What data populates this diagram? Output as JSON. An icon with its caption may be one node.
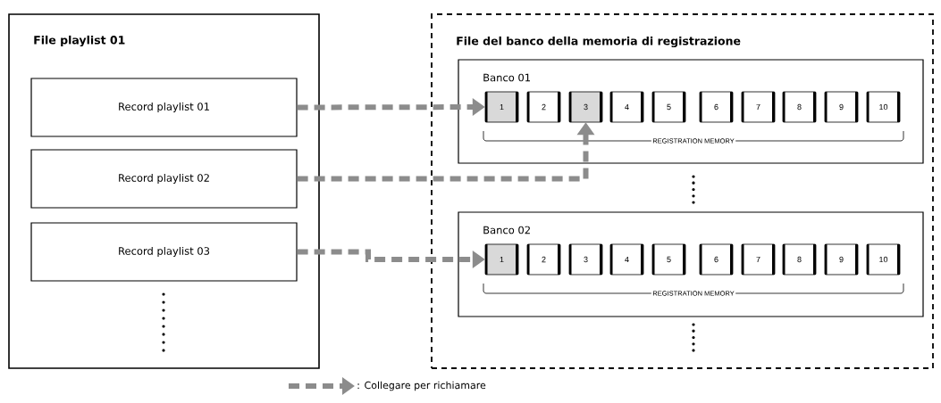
{
  "diagram": {
    "nodes": [
      {
        "text": [
          "File playlist 01"
        ]
      },
      {
        "text": [
          "Record playlist 01"
        ],
        "in": 0
      },
      {
        "text": [
          "Record playlist 02"
        ],
        "in": 0
      },
      {
        "text": [
          "Record playlist 03"
        ],
        "in": 0
      },
      {
        "text": [
          "File del banco della memoria di registrazione"
        ]
      },
      {
        "text": [
          "Banco 01"
        ],
        "in": 4
      },
      {
        "text": [
          "1"
        ],
        "in": 5
      },
      {
        "text": [
          "2"
        ],
        "in": 5
      },
      {
        "text": [
          "3"
        ],
        "in": 5
      },
      {
        "text": [
          "4"
        ],
        "in": 5
      },
      {
        "text": [
          "5"
        ],
        "in": 5
      },
      {
        "text": [
          "6"
        ],
        "in": 5
      },
      {
        "text": [
          "7"
        ],
        "in": 5
      },
      {
        "text": [
          "8"
        ],
        "in": 5
      },
      {
        "text": [
          "9"
        ],
        "in": 5
      },
      {
        "text": [
          "10"
        ],
        "in": 5
      },
      {
        "text": [
          "Banco 02"
        ],
        "in": 4
      },
      {
        "text": [
          "1"
        ],
        "in": 16
      },
      {
        "text": [
          "2"
        ],
        "in": 16
      },
      {
        "text": [
          "3"
        ],
        "in": 16
      },
      {
        "text": [
          "4"
        ],
        "in": 16
      },
      {
        "text": [
          "5"
        ],
        "in": 16
      },
      {
        "text": [
          "6"
        ],
        "in": 16
      },
      {
        "text": [
          "7"
        ],
        "in": 16
      },
      {
        "text": [
          "8"
        ],
        "in": 16
      },
      {
        "text": [
          "9"
        ],
        "in": 16
      },
      {
        "text": [
          "10"
        ],
        "in": 16
      }
    ],
    "edges": [
      {
        "from": 1,
        "to": 6,
        "arrow": "to",
        "style": "dashed"
      },
      {
        "from": 2,
        "to": 8,
        "arrow": "to",
        "style": "dashed"
      },
      {
        "from": 3,
        "to": 17,
        "arrow": "to",
        "style": "dashed"
      }
    ],
    "labels": [
      "REGISTRATION MEMORY",
      "REGISTRATION MEMORY"
    ],
    "legend": [
      {
        "text": ": Collegare per richiamare"
      }
    ]
  }
}
